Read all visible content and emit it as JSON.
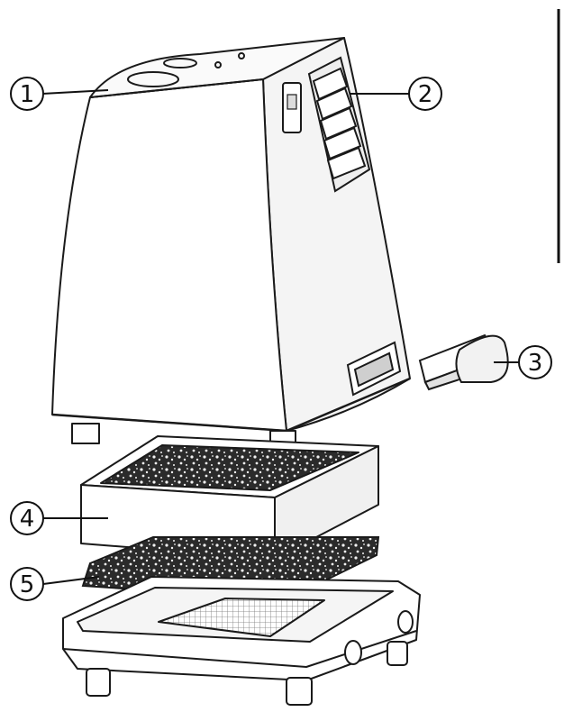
{
  "callouts": [
    {
      "number": "1",
      "target": "top-cover"
    },
    {
      "number": "2",
      "target": "side-air-vent"
    },
    {
      "number": "3",
      "target": "removable-tray-insert"
    },
    {
      "number": "4",
      "target": "main-filter-block"
    },
    {
      "number": "5",
      "target": "pre-filter-pad"
    }
  ],
  "colors": {
    "line": "#1a1a1a",
    "body_fill": "#ffffff",
    "shade": "#e6e6e6",
    "foam_dark": "#2a2a2a"
  }
}
